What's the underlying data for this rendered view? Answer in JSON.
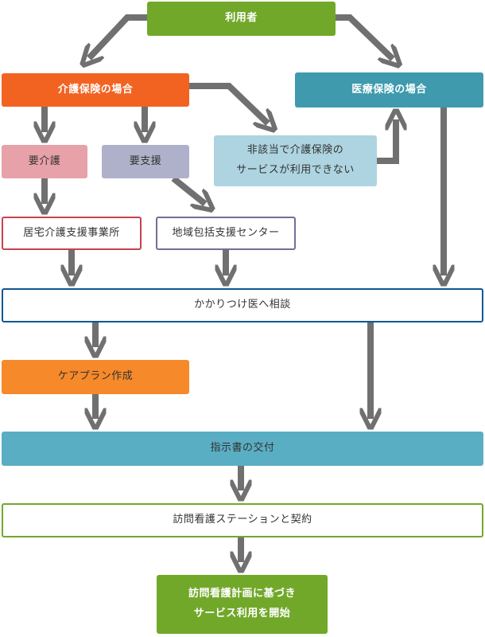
{
  "nodes": {
    "user": "利用者",
    "kaigo": "介護保険の場合",
    "iryo": "医療保険の場合",
    "yokaigo": "要介護",
    "yoshien": "要支援",
    "hi_gaitou": "非該当で介護保険の\nサービスが利用できない",
    "kyotaku": "居宅介護支援事業所",
    "chiiki": "地域包括支援センター",
    "doctor": "かかりつけ医へ相談",
    "careplan": "ケアプラン作成",
    "order": "指示書の交付",
    "contract": "訪問看護ステーションと契約",
    "start": "訪問看護計画に基づき\nサービス利用を開始"
  },
  "colors": {
    "arrow": "#707070",
    "green": "#72a82a",
    "orange_red": "#f26322",
    "teal": "#3f9aae",
    "pink": "#e7a1a8",
    "lavender": "#afb0c9",
    "light_blue": "#add4e0",
    "crimson_border": "#c8424f",
    "purple_border": "#707096",
    "navy_border": "#0e5794",
    "orange": "#f6892a",
    "blue": "#5aaec3"
  }
}
